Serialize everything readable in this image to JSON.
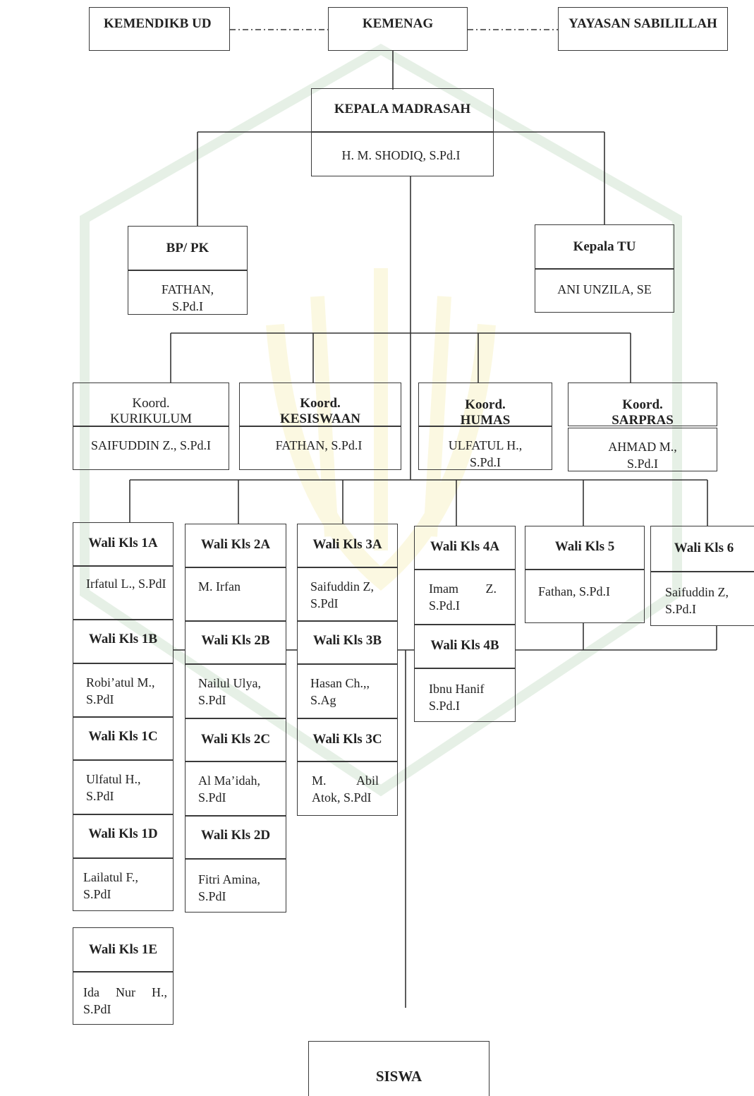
{
  "top": {
    "kemendikbud": "KEMENDIKB UD",
    "kemenag": "KEMENAG",
    "yayasan": "YAYASAN SABILILLAH"
  },
  "kepala": {
    "title": "KEPALA MADRASAH",
    "name": "H. M. SHODIQ, S.Pd.I"
  },
  "bp": {
    "title": "BP/ PK",
    "name": "FATHAN, S.Pd.I"
  },
  "tu": {
    "title": "Kepala TU",
    "name": "ANI UNZILA, SE"
  },
  "koord": [
    {
      "title": "Koord. KURIKULUM",
      "name": "SAIFUDDIN Z., S.Pd.I"
    },
    {
      "title": "Koord. KESISWAAN",
      "name": "FATHAN, S.Pd.I"
    },
    {
      "title": "Koord. HUMAS",
      "name": "ULFATUL H., S.Pd.I"
    },
    {
      "title": "Koord. SARPRAS",
      "name": "AHMAD M., S.Pd.I"
    }
  ],
  "wali": {
    "k1a": {
      "title": "Wali Kls 1A",
      "name": "Irfatul L., S.PdI"
    },
    "k1b": {
      "title": "Wali Kls 1B",
      "name": "Robi’atul M., S.PdI"
    },
    "k1c": {
      "title": "Wali Kls 1C",
      "name": "Ulfatul H., S.PdI"
    },
    "k1d": {
      "title": "Wali Kls 1D",
      "name": "Lailatul F., S.PdI"
    },
    "k1e": {
      "title": "Wali Kls 1E",
      "name": "Ida Nur H., S.PdI"
    },
    "k2a": {
      "title": "Wali Kls 2A",
      "name": "M. Irfan"
    },
    "k2b": {
      "title": "Wali Kls 2B",
      "name": "Nailul Ulya, S.PdI"
    },
    "k2c": {
      "title": "Wali Kls 2C",
      "name": "Al Ma’idah, S.PdI"
    },
    "k2d": {
      "title": "Wali Kls 2D",
      "name": "Fitri Amina, S.PdI"
    },
    "k3a": {
      "title": "Wali Kls 3A",
      "name": "Saifuddin Z, S.PdI"
    },
    "k3b": {
      "title": "Wali Kls 3B",
      "name": "Hasan Ch.,, S.Ag"
    },
    "k3c": {
      "title": "Wali Kls 3C",
      "name": "M. Abil Atok, S.PdI"
    },
    "k4a": {
      "title": "Wali Kls 4A",
      "name": "Imam Z. S.Pd.I"
    },
    "k4b": {
      "title": "Wali Kls 4B",
      "name": "Ibnu Hanif S.Pd.I"
    },
    "k5": {
      "title": "Wali Kls 5",
      "name": "Fathan, S.Pd.I"
    },
    "k6": {
      "title": "Wali Kls 6",
      "name": "Saifuddin Z, S.Pd.I"
    }
  },
  "siswa": "SISWA"
}
